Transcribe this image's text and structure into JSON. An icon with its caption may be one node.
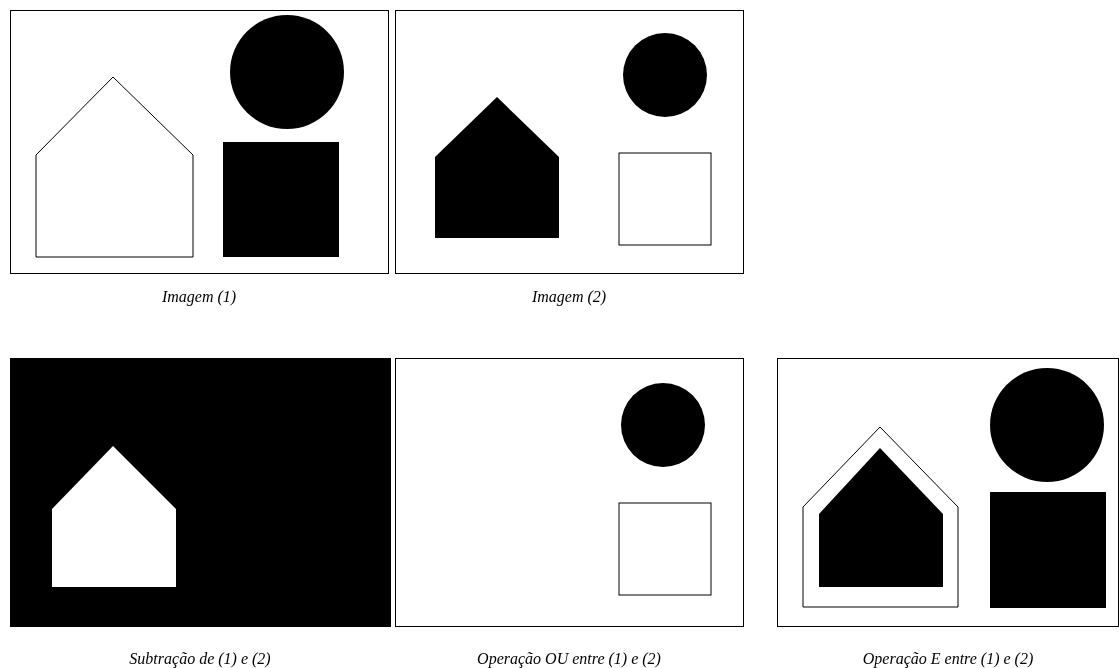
{
  "diagram": {
    "labels": [
      "Imagem (1)",
      "Imagem (2)",
      "Subtração de (1) e (2)",
      "Operação OU entre (1) e (2)",
      "Operação E entre (1) e (2)"
    ]
  }
}
